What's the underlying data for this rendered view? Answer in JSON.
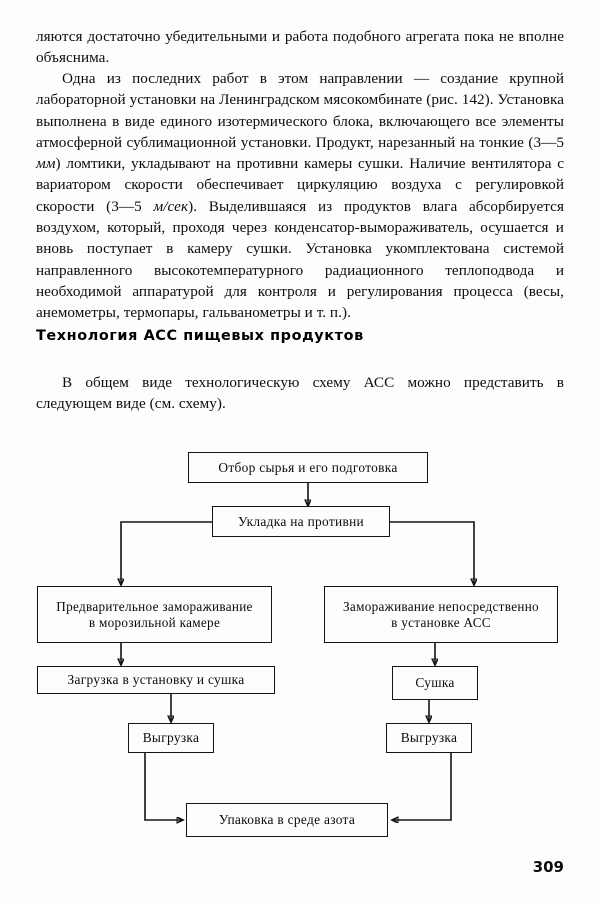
{
  "page": {
    "number": "309",
    "heading": "Технология АСС пищевых продуктов"
  },
  "body": {
    "paragraph_1": "ляются   достаточно убедительными и работа   подобного агрегата пока не вполне объяснима.",
    "paragraph_2_a": "Одна из последних работ  в  этом направлении — создание крупной лабораторной установки на Ленинградском мясокомбинате (рис. 142). Установка выполнена в виде единого изотермического блока, включающего все элементы атмосферной сублимационной установки. Продукт, нарезанный на тонкие (3—5 ",
    "paragraph_2_mm": "мм",
    "paragraph_2_b": ") ломтики, укладывают на противни камеры сушки. Наличие вентилятора с вариатором скорости обеспечивает циркуляцию воздуха с регулировкой скорости (3—5 ",
    "paragraph_2_msec": "м/сек",
    "paragraph_2_c": "). Выделившаяся из продуктов влага абсорбируется  воздухом,  который, проходя через конденсатор-вымораживатель, осушается и вновь поступает в камеру сушки. Установка укомплектована системой направленного высокотемпературного радиационного теплоподвода и необходимой аппаратурой для контроля и регулирования процесса (весы, анемометры, термопары, гальванометры и т. п.).",
    "paragraph_3": "В общем виде технологическую схему АСС можно представить в следующем виде (см. схему)."
  },
  "flowchart": {
    "type": "process-flow",
    "nodes": [
      {
        "id": "n1",
        "label": "Отбор сырья и его подготовка"
      },
      {
        "id": "n2",
        "label": "Укладка на противни"
      },
      {
        "id": "n3",
        "label": "Предварительное замораживание\nв морозильной камере"
      },
      {
        "id": "n4",
        "label": "Замораживание непосредственно\nв установке АСС"
      },
      {
        "id": "n5",
        "label": "Загрузка в установку и сушка"
      },
      {
        "id": "n6",
        "label": "Сушка"
      },
      {
        "id": "n7",
        "label": "Выгрузка"
      },
      {
        "id": "n8",
        "label": "Выгрузка"
      },
      {
        "id": "n9",
        "label": "Упаковка в среде азота"
      }
    ],
    "edges": [
      {
        "from": "n1",
        "to": "n2"
      },
      {
        "from": "n2",
        "to": "n3"
      },
      {
        "from": "n2",
        "to": "n4"
      },
      {
        "from": "n3",
        "to": "n5"
      },
      {
        "from": "n4",
        "to": "n6"
      },
      {
        "from": "n5",
        "to": "n7"
      },
      {
        "from": "n6",
        "to": "n8"
      },
      {
        "from": "n7",
        "to": "n9"
      },
      {
        "from": "n8",
        "to": "n9"
      }
    ]
  }
}
